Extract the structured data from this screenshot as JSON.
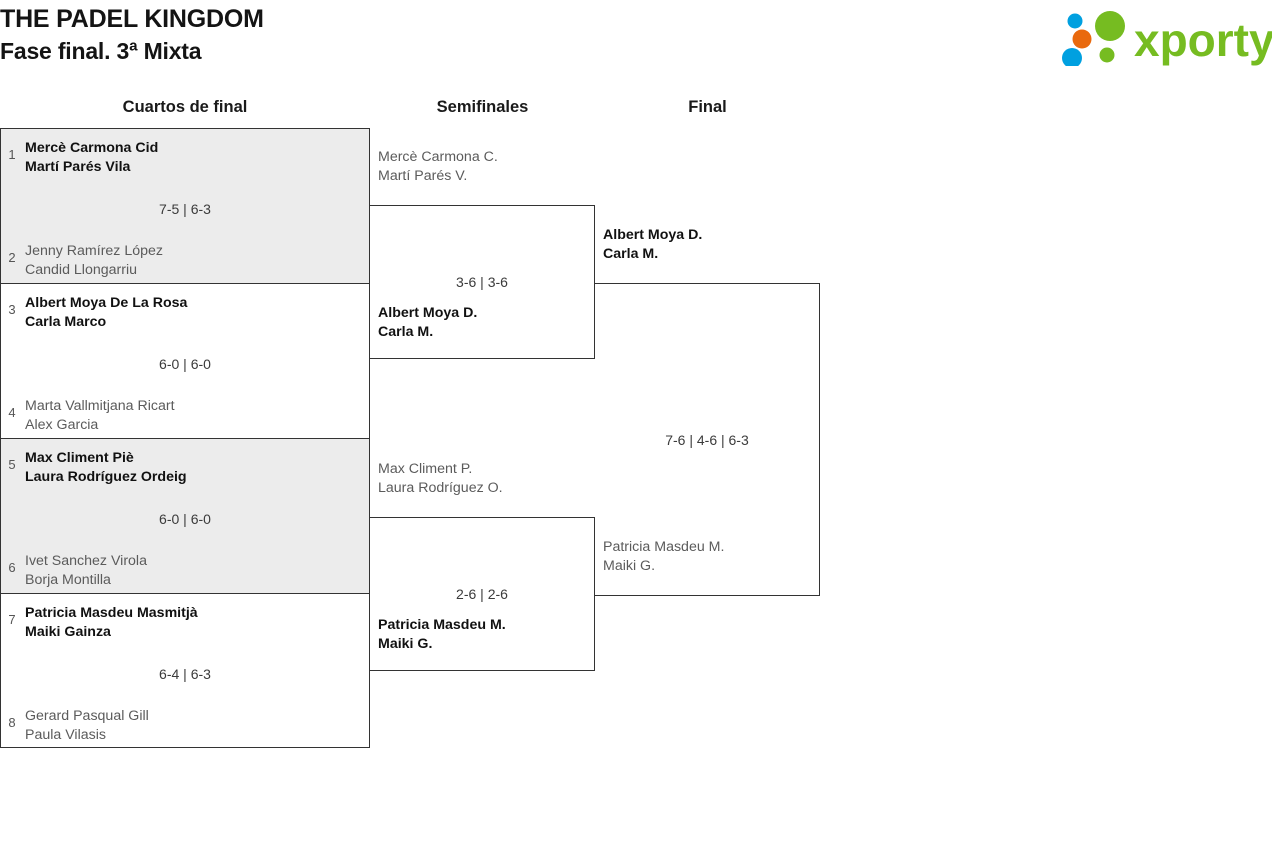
{
  "header": {
    "title": "THE PADEL KINGDOM",
    "subtitle": "Fase final. 3ª Mixta",
    "logo_text": "xporty",
    "logo_colors": {
      "green": "#76bc21",
      "blue": "#00a0e0",
      "orange": "#e9690d"
    }
  },
  "rounds": [
    {
      "label": "Cuartos de final"
    },
    {
      "label": "Semifinales"
    },
    {
      "label": "Final"
    }
  ],
  "quarterfinals": [
    {
      "seed_top": "1",
      "top": {
        "p1": "Mercè Carmona Cid",
        "p2": "Martí Parés Vila",
        "winner": true
      },
      "seed_bottom": "2",
      "bottom": {
        "p1": "Jenny Ramírez López",
        "p2": "Candid Llongarriu",
        "winner": false
      },
      "score": "7-5 | 6-3"
    },
    {
      "seed_top": "3",
      "top": {
        "p1": "Albert Moya De La Rosa",
        "p2": "Carla Marco",
        "winner": true
      },
      "seed_bottom": "4",
      "bottom": {
        "p1": "Marta Vallmitjana Ricart",
        "p2": "Alex Garcia",
        "winner": false
      },
      "score": "6-0 | 6-0"
    },
    {
      "seed_top": "5",
      "top": {
        "p1": "Max Climent Piè",
        "p2": "Laura Rodríguez Ordeig",
        "winner": true
      },
      "seed_bottom": "6",
      "bottom": {
        "p1": "Ivet Sanchez Virola",
        "p2": "Borja Montilla",
        "winner": false
      },
      "score": "6-0 | 6-0"
    },
    {
      "seed_top": "7",
      "top": {
        "p1": "Patricia Masdeu Masmitjà",
        "p2": "Maiki Gainza",
        "winner": true
      },
      "seed_bottom": "8",
      "bottom": {
        "p1": "Gerard Pasqual Gill",
        "p2": "Paula Vilasis",
        "winner": false
      },
      "score": "6-4 | 6-3"
    }
  ],
  "semifinals": [
    {
      "top": {
        "p1": "Mercè Carmona C.",
        "p2": "Martí Parés V.",
        "winner": false
      },
      "bottom": {
        "p1": "Albert Moya D.",
        "p2": "Carla M.",
        "winner": true
      },
      "score": "3-6 | 3-6"
    },
    {
      "top": {
        "p1": "Max Climent P.",
        "p2": "Laura Rodríguez O.",
        "winner": false
      },
      "bottom": {
        "p1": "Patricia Masdeu M.",
        "p2": "Maiki G.",
        "winner": true
      },
      "score": "2-6 | 2-6"
    }
  ],
  "final": {
    "top": {
      "p1": "Albert Moya D.",
      "p2": "Carla M.",
      "winner": true
    },
    "bottom": {
      "p1": "Patricia Masdeu M.",
      "p2": "Maiki G.",
      "winner": false
    },
    "score": "7-6 | 4-6 | 6-3"
  }
}
